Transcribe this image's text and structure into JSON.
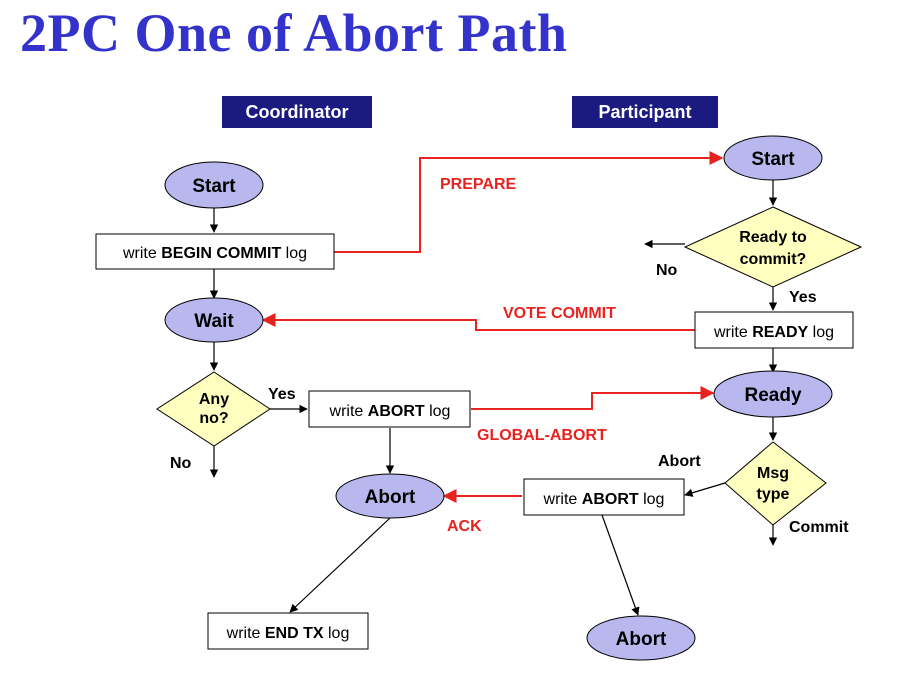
{
  "title": "2PC One of Abort Path",
  "headers": {
    "coordinator": "Coordinator",
    "participant": "Participant"
  },
  "coordinator": {
    "start": "Start",
    "begin_log": {
      "pre": "write ",
      "bold": "BEGIN COMMIT",
      "post": " log"
    },
    "wait": "Wait",
    "decision": {
      "line1": "Any",
      "line2": "no?"
    },
    "yes": "Yes",
    "no": "No",
    "abort_log": {
      "pre": "write ",
      "bold": "ABORT",
      "post": " log"
    },
    "abort": "Abort",
    "end_log": {
      "pre": "write ",
      "bold": "END TX",
      "post": " log"
    }
  },
  "participant": {
    "start": "Start",
    "decision": {
      "line1": "Ready to",
      "line2": "commit?"
    },
    "no": "No",
    "yes": "Yes",
    "ready_log": {
      "pre": "write ",
      "bold": "READY",
      "post": " log"
    },
    "ready": "Ready",
    "msg_decision": {
      "line1": "Msg",
      "line2": "type"
    },
    "abort_label": "Abort",
    "commit_label": "Commit",
    "abort_log": {
      "pre": "write ",
      "bold": "ABORT",
      "post": " log"
    },
    "abort": "Abort"
  },
  "messages": {
    "prepare": "PREPARE",
    "vote_commit": "VOTE COMMIT",
    "global_abort": "GLOBAL-ABORT",
    "ack": "ACK"
  },
  "colors": {
    "title": "#3333cc",
    "header_bg": "#1a1a80",
    "ellipse_fill": "#b8b8ee",
    "diamond_fill": "#ffffc0",
    "message": "#e8221f"
  }
}
